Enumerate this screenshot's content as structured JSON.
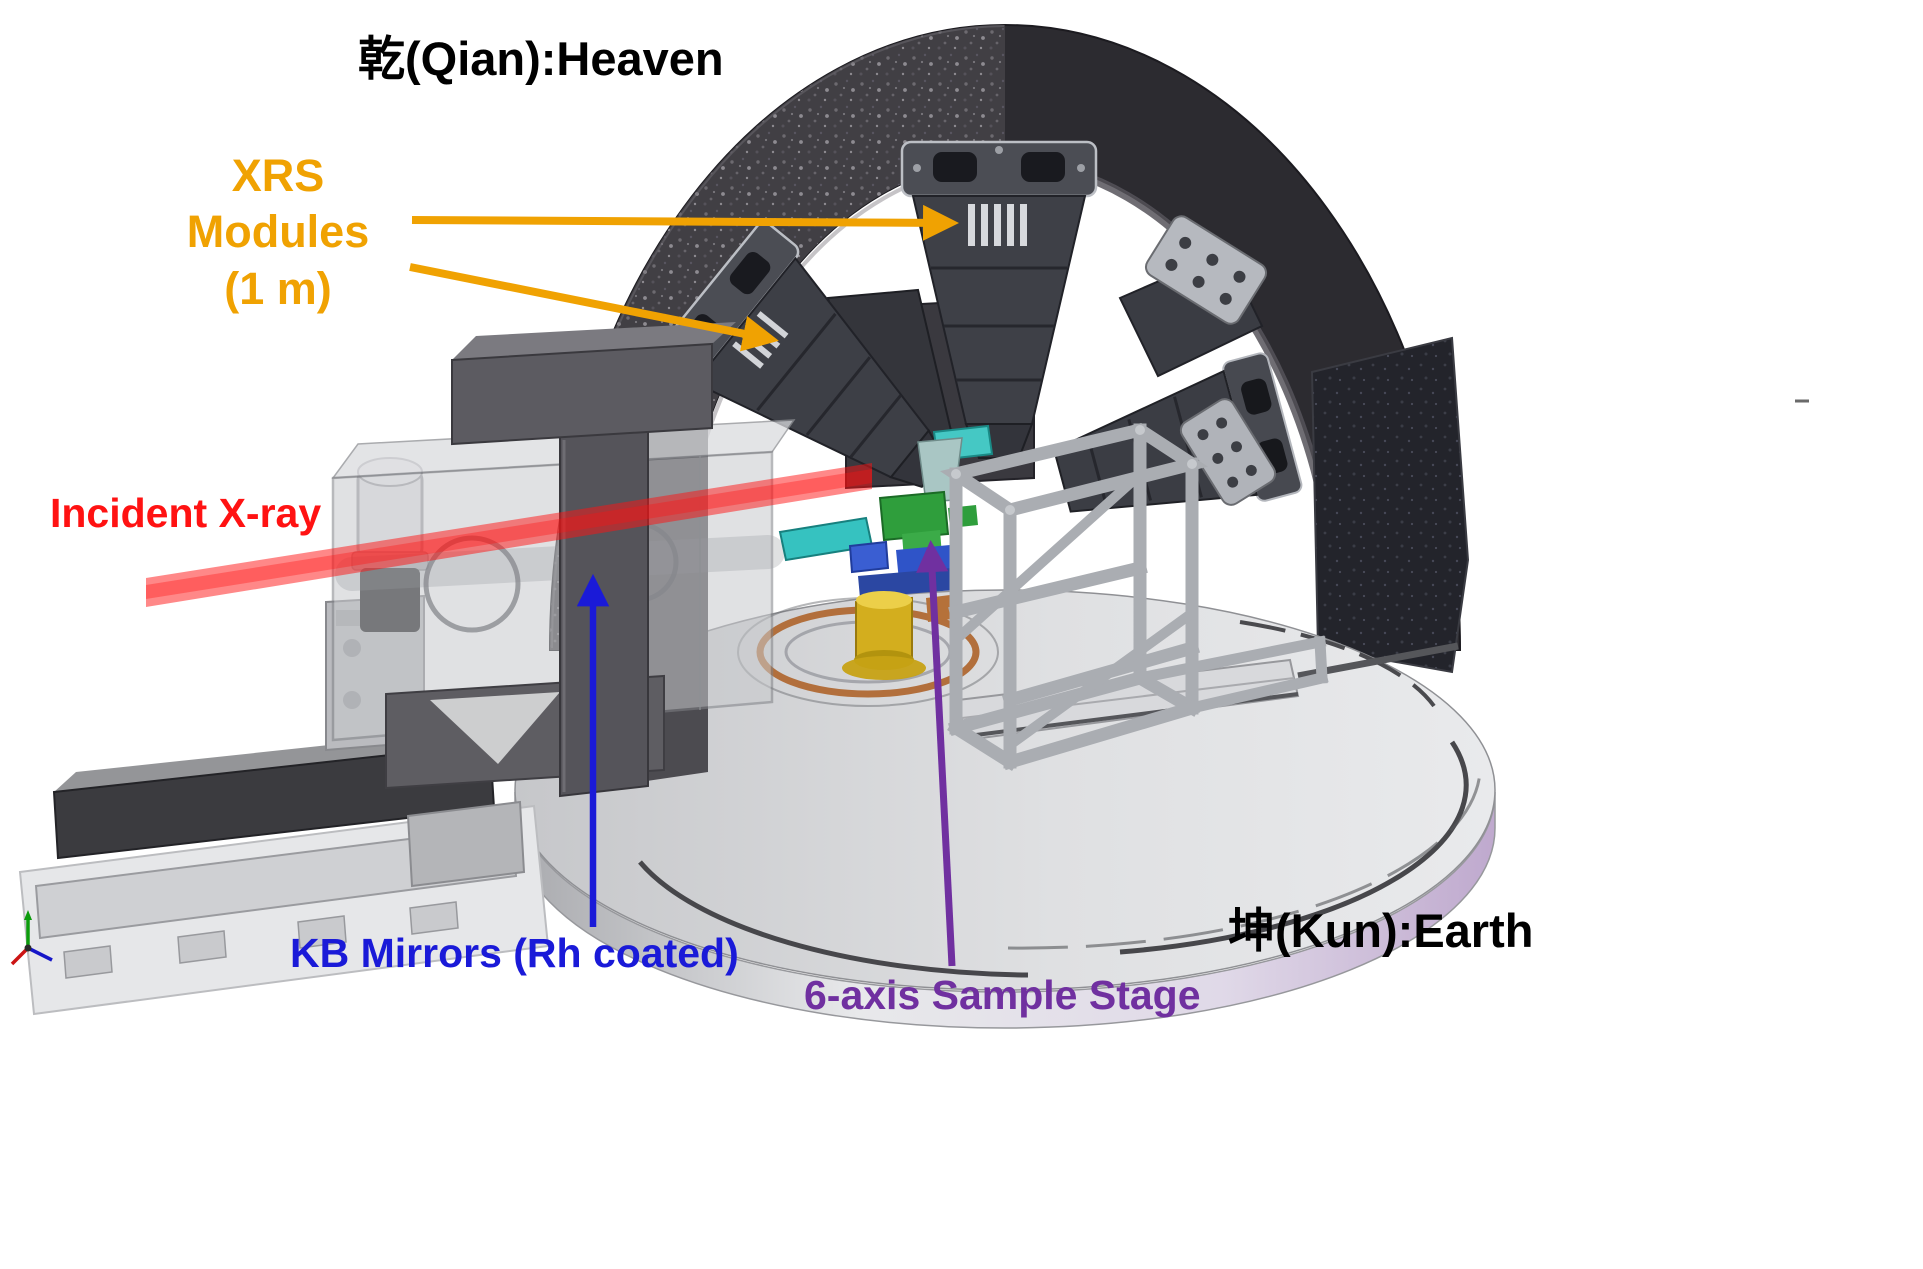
{
  "figure": {
    "labels": {
      "heaven": "乾(Qian):Heaven",
      "xrs_modules": "XRS\nModules\n(1 m)",
      "incident_xray": "Incident X-ray",
      "kb_mirrors": "KB Mirrors (Rh coated)",
      "sample_stage": "6-axis Sample Stage",
      "earth": "坤(Kun):Earth"
    },
    "colors": {
      "heaven_earth_text": "#000000",
      "xrs_label": "#F0A202",
      "incident_beam": "#FF1212",
      "kb_label": "#1A1AD8",
      "stage_label": "#7030A0"
    }
  }
}
